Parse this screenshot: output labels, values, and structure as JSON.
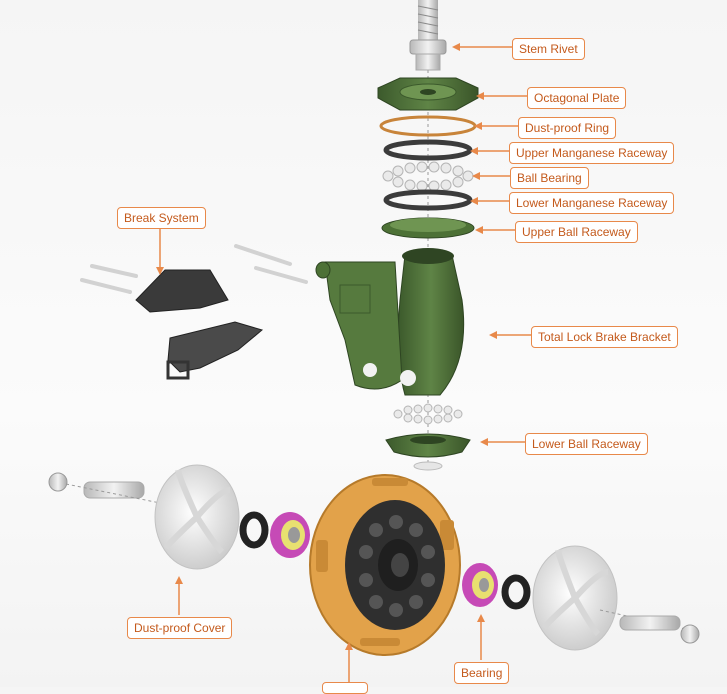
{
  "labels": {
    "stem_rivet": "Stem Rivet",
    "octagonal_plate": "Octagonal Plate",
    "dust_proof_ring": "Dust-proof Ring",
    "upper_manganese_raceway": "Upper Manganese Raceway",
    "ball_bearing": "Ball Bearing",
    "lower_manganese_raceway": "Lower Manganese Raceway",
    "upper_ball_raceway": "Upper Ball Raceway",
    "break_system": "Break System",
    "total_lock_brake_bracket": "Total Lock Brake Bracket",
    "lower_ball_raceway": "Lower Ball Raceway",
    "dust_proof_cover": "Dust-proof Cover",
    "bearing": "Bearing"
  },
  "colors": {
    "accent": "#e8894a",
    "label_text": "#c45a1c",
    "bracket_green": "#4e6e3a",
    "wheel_orange": "#e2a24a",
    "hub_dark": "#2f2f2f",
    "bearing_magenta": "#c64ab6"
  }
}
